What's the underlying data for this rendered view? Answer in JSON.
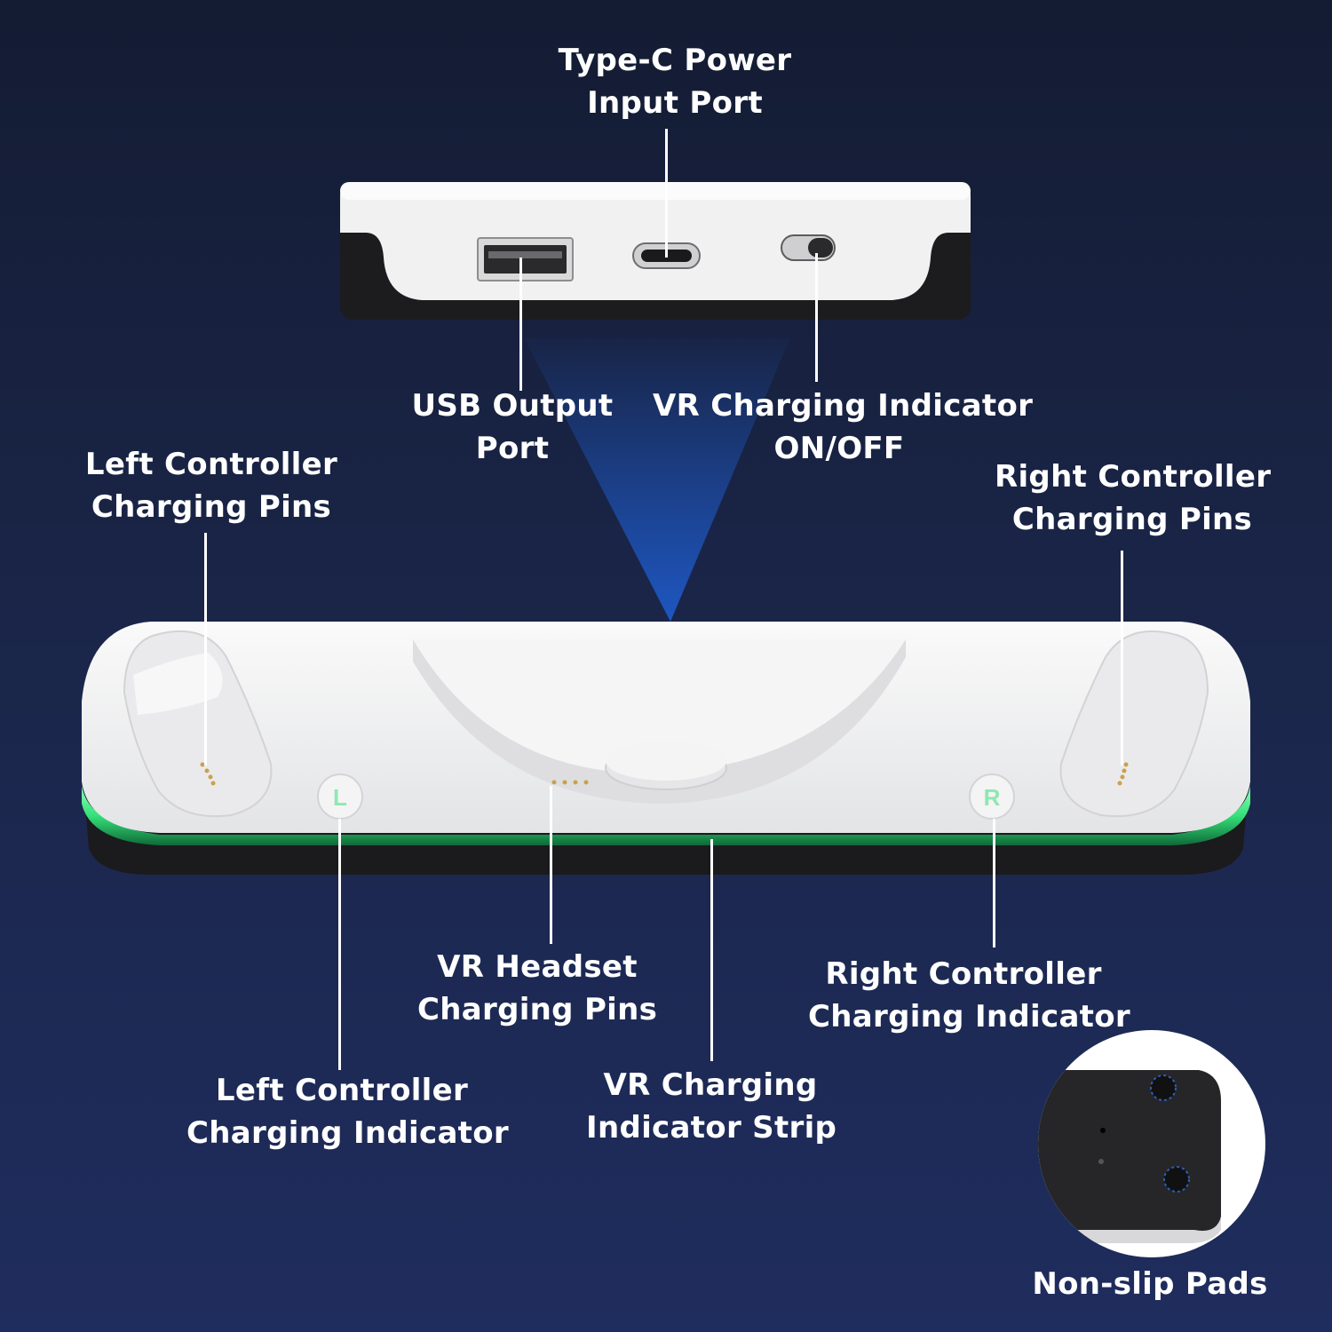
{
  "labels": {
    "type_c": {
      "line1": "Type-C Power",
      "line2": "Input Port"
    },
    "usb": {
      "line1": "USB Output",
      "line2": "Port"
    },
    "vr_indicator_switch": {
      "line1": "VR Charging Indicator",
      "line2": "ON/OFF"
    },
    "left_pins": {
      "line1": "Left Controller",
      "line2": "Charging Pins"
    },
    "right_pins": {
      "line1": "Right Controller",
      "line2": "Charging Pins"
    },
    "headset_pins": {
      "line1": "VR Headset",
      "line2": "Charging Pins"
    },
    "right_indicator": {
      "line1": "Right Controller",
      "line2": "Charging Indicator"
    },
    "left_indicator": {
      "line1": "Left Controller",
      "line2": "Charging Indicator"
    },
    "strip": {
      "line1": "VR Charging",
      "line2": "Indicator Strip"
    },
    "non_slip": "Non-slip Pads"
  },
  "dock": {
    "left_marker": "L",
    "right_marker": "R"
  },
  "colors": {
    "background_top": "#141c33",
    "background_bottom": "#1f2d5e",
    "device_white": "#f2f2f3",
    "device_black": "#1c1c1e",
    "indicator_green": "#35e07a",
    "beam_blue": "#1e5fd6"
  }
}
